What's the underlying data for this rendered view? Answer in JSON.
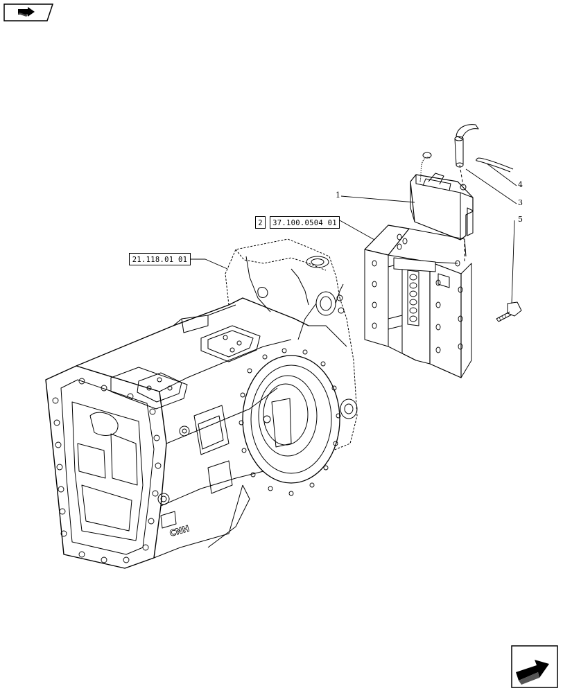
{
  "navigation": {
    "prev_icon": "back-arrow-icon",
    "next_icon": "forward-arrow-icon"
  },
  "references": {
    "transmission_ref": "21.118.01 01",
    "hitch_qty": "2",
    "hitch_ref": "37.100.0504 01"
  },
  "callouts": [
    {
      "id": "1"
    },
    {
      "id": "3"
    },
    {
      "id": "4"
    },
    {
      "id": "5"
    }
  ]
}
